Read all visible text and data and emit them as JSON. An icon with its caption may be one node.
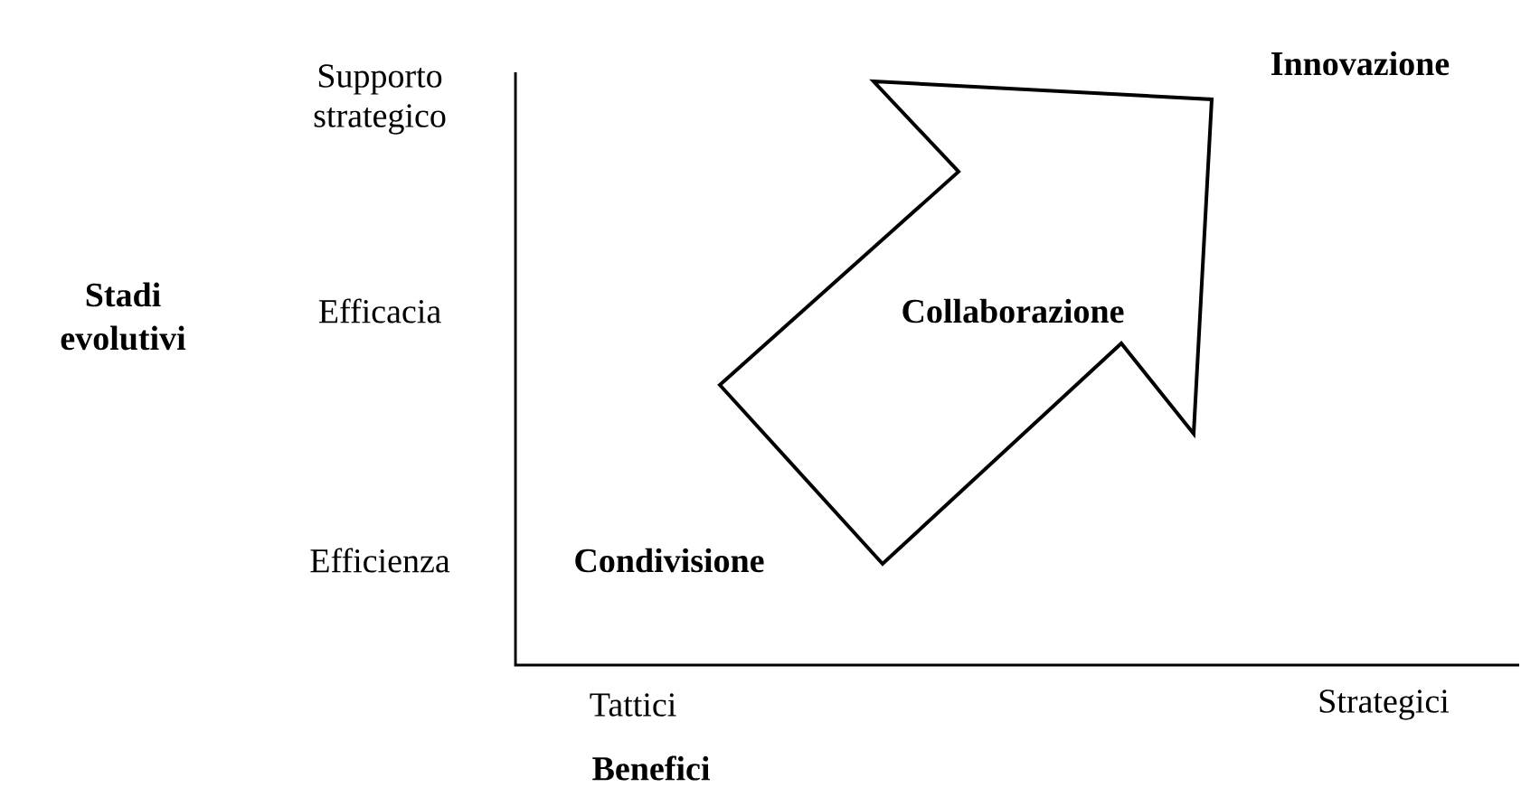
{
  "diagram": {
    "nodes": [
      {
        "text": [
          "Collaborazione"
        ],
        "beside": [
          "Condivisione",
          "Innovazione"
        ]
      }
    ],
    "labels": [
      "Supporto strategico",
      "Stadi evolutivi",
      "Efficacia",
      "Efficienza",
      "Tattici",
      "Strategici",
      "Benefici"
    ]
  }
}
